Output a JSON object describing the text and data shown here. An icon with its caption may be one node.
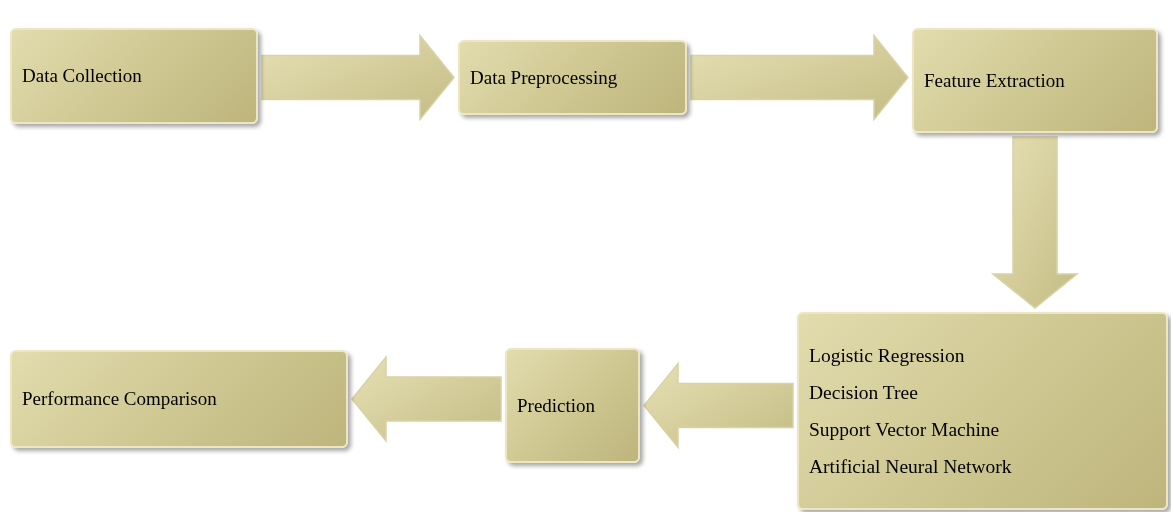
{
  "diagram": {
    "nodes": [
      {
        "text": [
          "Data Collection"
        ]
      },
      {
        "text": [
          "Data Preprocessing"
        ]
      },
      {
        "text": [
          "Feature Extraction"
        ]
      },
      {
        "text": [
          "Logistic Regression",
          "Decision Tree",
          "Support Vector Machine",
          "Artificial Neural Network"
        ]
      },
      {
        "text": [
          "Prediction"
        ]
      },
      {
        "text": [
          "Performance Comparison"
        ]
      }
    ],
    "edges": [
      {
        "from": 0,
        "to": 1,
        "arrow": "to"
      },
      {
        "from": 1,
        "to": 2,
        "arrow": "to"
      },
      {
        "from": 2,
        "to": 3,
        "arrow": "to"
      },
      {
        "from": 3,
        "to": 4,
        "arrow": "to"
      },
      {
        "from": 4,
        "to": 5,
        "arrow": "to"
      }
    ]
  }
}
